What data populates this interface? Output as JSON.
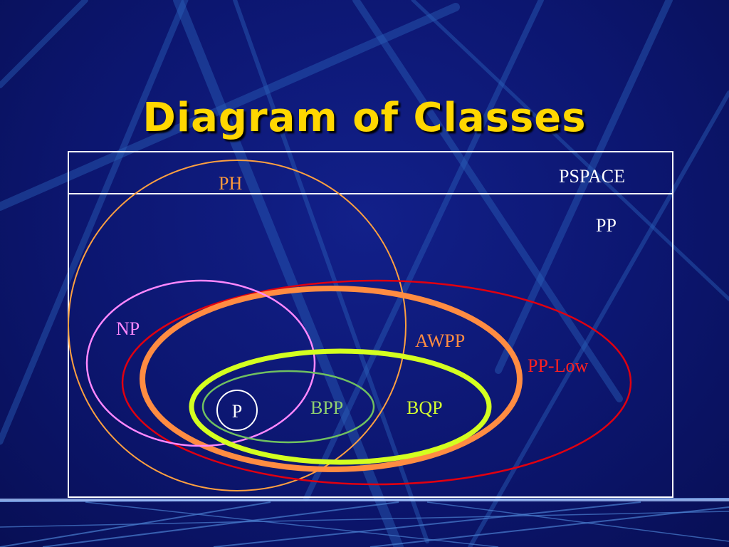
{
  "slide": {
    "title": "Diagram of Classes"
  },
  "classes": {
    "pspace": {
      "label": "PSPACE",
      "color": "#ffffff"
    },
    "pp": {
      "label": "PP",
      "color": "#ffffff"
    },
    "ph": {
      "label": "PH",
      "color": "#ff9a3c"
    },
    "np": {
      "label": "NP",
      "color": "#ff88ff"
    },
    "awpp": {
      "label": "AWPP",
      "color": "#ff8c42"
    },
    "pp_low": {
      "label": "PP-Low",
      "color": "#ff2020"
    },
    "bpp": {
      "label": "BPP",
      "color": "#90d070"
    },
    "bqp": {
      "label": "BQP",
      "color": "#d4ff30"
    },
    "p": {
      "label": "P",
      "color": "#ffffff"
    }
  },
  "colors": {
    "background": "#0c1670",
    "title": "#ffd700",
    "box": "#ffffff",
    "ph_ellipse": "#ffa040",
    "np_ellipse": "#ff88ff",
    "pp_low_ellipse": "#e00010",
    "awpp_ellipse": "#ff8c42",
    "bqp_ellipse": "#d4ff20",
    "bpp_ellipse": "#70c060"
  }
}
